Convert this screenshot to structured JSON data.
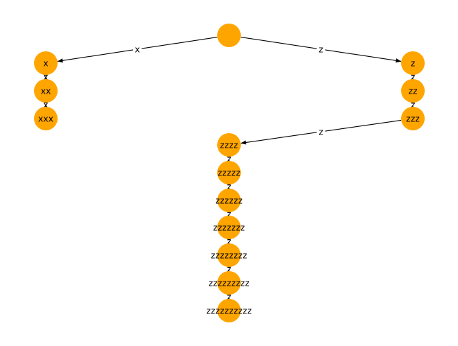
{
  "colors": {
    "node": "#ffa500",
    "edge": "#000000",
    "background": "#ffffff"
  },
  "nodes": [
    {
      "id": "root",
      "label": ""
    },
    {
      "id": "x",
      "label": "x"
    },
    {
      "id": "xx",
      "label": "xx"
    },
    {
      "id": "xxx",
      "label": "xxx"
    },
    {
      "id": "z",
      "label": "z"
    },
    {
      "id": "zz",
      "label": "zz"
    },
    {
      "id": "zzz",
      "label": "zzz"
    },
    {
      "id": "zzzz",
      "label": "zzzz"
    },
    {
      "id": "zzzzz",
      "label": "zzzzz"
    },
    {
      "id": "zzzzzz",
      "label": "zzzzzz"
    },
    {
      "id": "zzzzzzz",
      "label": "zzzzzzz"
    },
    {
      "id": "zzzzzzzz",
      "label": "zzzzzzzz"
    },
    {
      "id": "zzzzzzzzz",
      "label": "zzzzzzzzz"
    },
    {
      "id": "zzzzzzzzzz",
      "label": "zzzzzzzzzz"
    }
  ],
  "edges": [
    {
      "from": "root",
      "to": "x",
      "label": "x"
    },
    {
      "from": "root",
      "to": "z",
      "label": "z"
    },
    {
      "from": "x",
      "to": "xx",
      "label": "x"
    },
    {
      "from": "xx",
      "to": "xxx",
      "label": "x"
    },
    {
      "from": "z",
      "to": "zz",
      "label": "z"
    },
    {
      "from": "zz",
      "to": "zzz",
      "label": "z"
    },
    {
      "from": "zzz",
      "to": "zzzz",
      "label": "z"
    },
    {
      "from": "zzzz",
      "to": "zzzzz",
      "label": "z"
    },
    {
      "from": "zzzzz",
      "to": "zzzzzz",
      "label": "z"
    },
    {
      "from": "zzzzzz",
      "to": "zzzzzzz",
      "label": "z"
    },
    {
      "from": "zzzzzzz",
      "to": "zzzzzzzz",
      "label": "z"
    },
    {
      "from": "zzzzzzzz",
      "to": "zzzzzzzzz",
      "label": "z"
    },
    {
      "from": "zzzzzzzzz",
      "to": "zzzzzzzzzz",
      "label": "z"
    }
  ]
}
